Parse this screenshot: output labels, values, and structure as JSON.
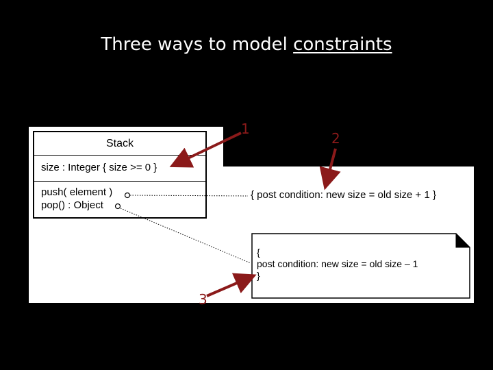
{
  "slide": {
    "title_prefix": "Three ways to model ",
    "title_underlined": "constraints"
  },
  "uml_class": {
    "name": "Stack",
    "attribute": "size : Integer { size >= 0 }",
    "operations": [
      "push( element )",
      "pop() : Object"
    ]
  },
  "constraints": {
    "inline": "{ post condition: new size = old size + 1 }",
    "note_lines": [
      "{",
      "post condition: new size = old size – 1",
      "}"
    ]
  },
  "callouts": [
    "1",
    "2",
    "3"
  ],
  "colors": {
    "background": "#000000",
    "title": "#ffffff",
    "arrow": "#8b1a1a",
    "paper": "#ffffff"
  }
}
